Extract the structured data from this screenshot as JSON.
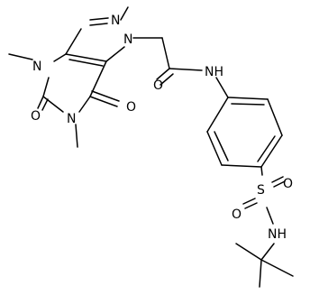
{
  "molecule": {
    "atoms": {
      "n7": "N",
      "n9": "N",
      "n3": "N",
      "n1": "N",
      "o2": "O",
      "o6": "O",
      "n3_methyl": "CH3",
      "n1_methyl": "CH3",
      "amide_o": "O",
      "amide_nh": "NH",
      "sulfonyl_s": "S",
      "sulfonyl_o1": "O",
      "sulfonyl_o2": "O",
      "sulfonamide_nh": "NH"
    }
  }
}
